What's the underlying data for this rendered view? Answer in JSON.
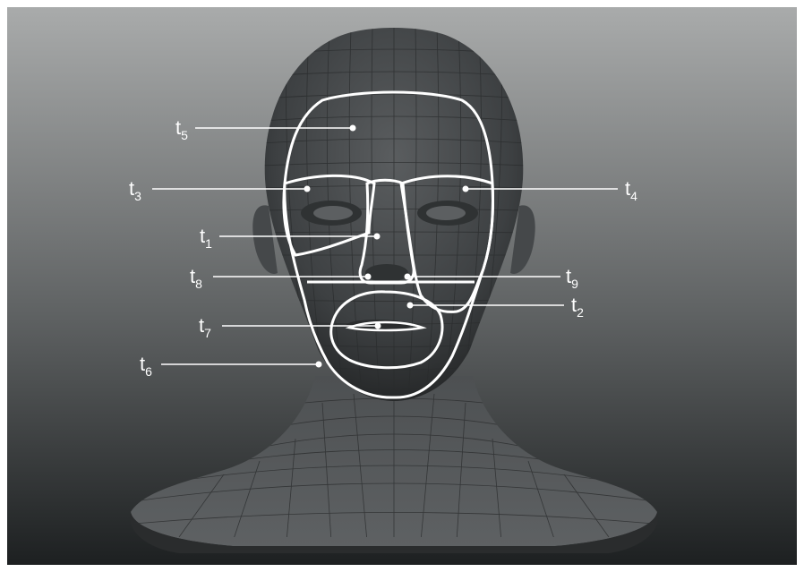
{
  "labels": [
    {
      "base": "t",
      "sub": "1"
    },
    {
      "base": "t",
      "sub": "2"
    },
    {
      "base": "t",
      "sub": "3"
    },
    {
      "base": "t",
      "sub": "4"
    },
    {
      "base": "t",
      "sub": "5"
    },
    {
      "base": "t",
      "sub": "6"
    },
    {
      "base": "t",
      "sub": "7"
    },
    {
      "base": "t",
      "sub": "8"
    },
    {
      "base": "t",
      "sub": "9"
    }
  ],
  "colors": {
    "background_top": "#a7a9a9",
    "background_bottom": "#1f2223",
    "mesh": "#6c6f70",
    "outline": "#ffffff"
  }
}
